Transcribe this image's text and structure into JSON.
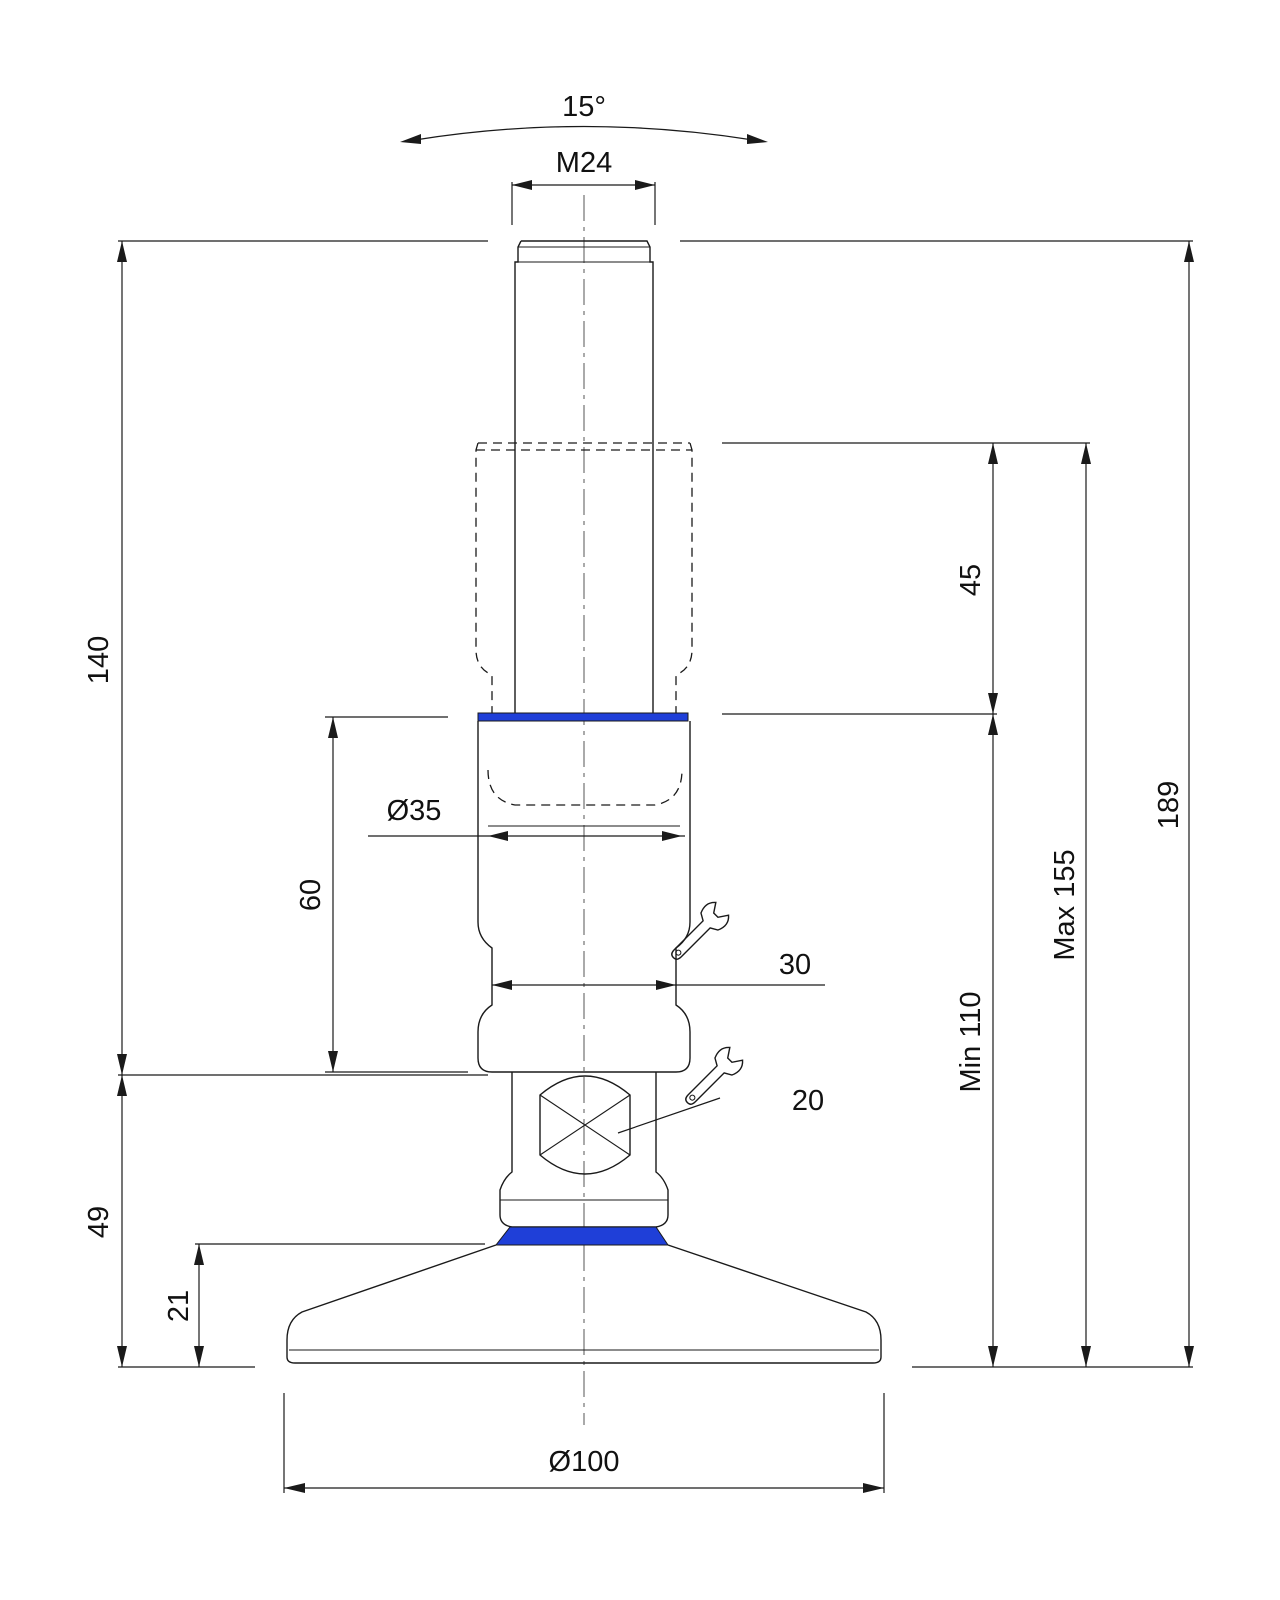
{
  "dimensions": {
    "angle": "15°",
    "thread": "M24",
    "overall_left": "140",
    "adjust_travel": "45",
    "body_height": "60",
    "body_diameter": "Ø35",
    "wrench_upper": "30",
    "wrench_lower": "20",
    "base_height": "49",
    "base_thickness": "21",
    "min_height": "Min 110",
    "max_height": "Max 155",
    "overall_right": "189",
    "base_diameter": "Ø100"
  },
  "colors": {
    "line": "#1a1a1a",
    "seal": "#1f3fd8"
  },
  "icons": {
    "wrench_upper": "wrench-icon",
    "wrench_lower": "wrench-icon"
  }
}
